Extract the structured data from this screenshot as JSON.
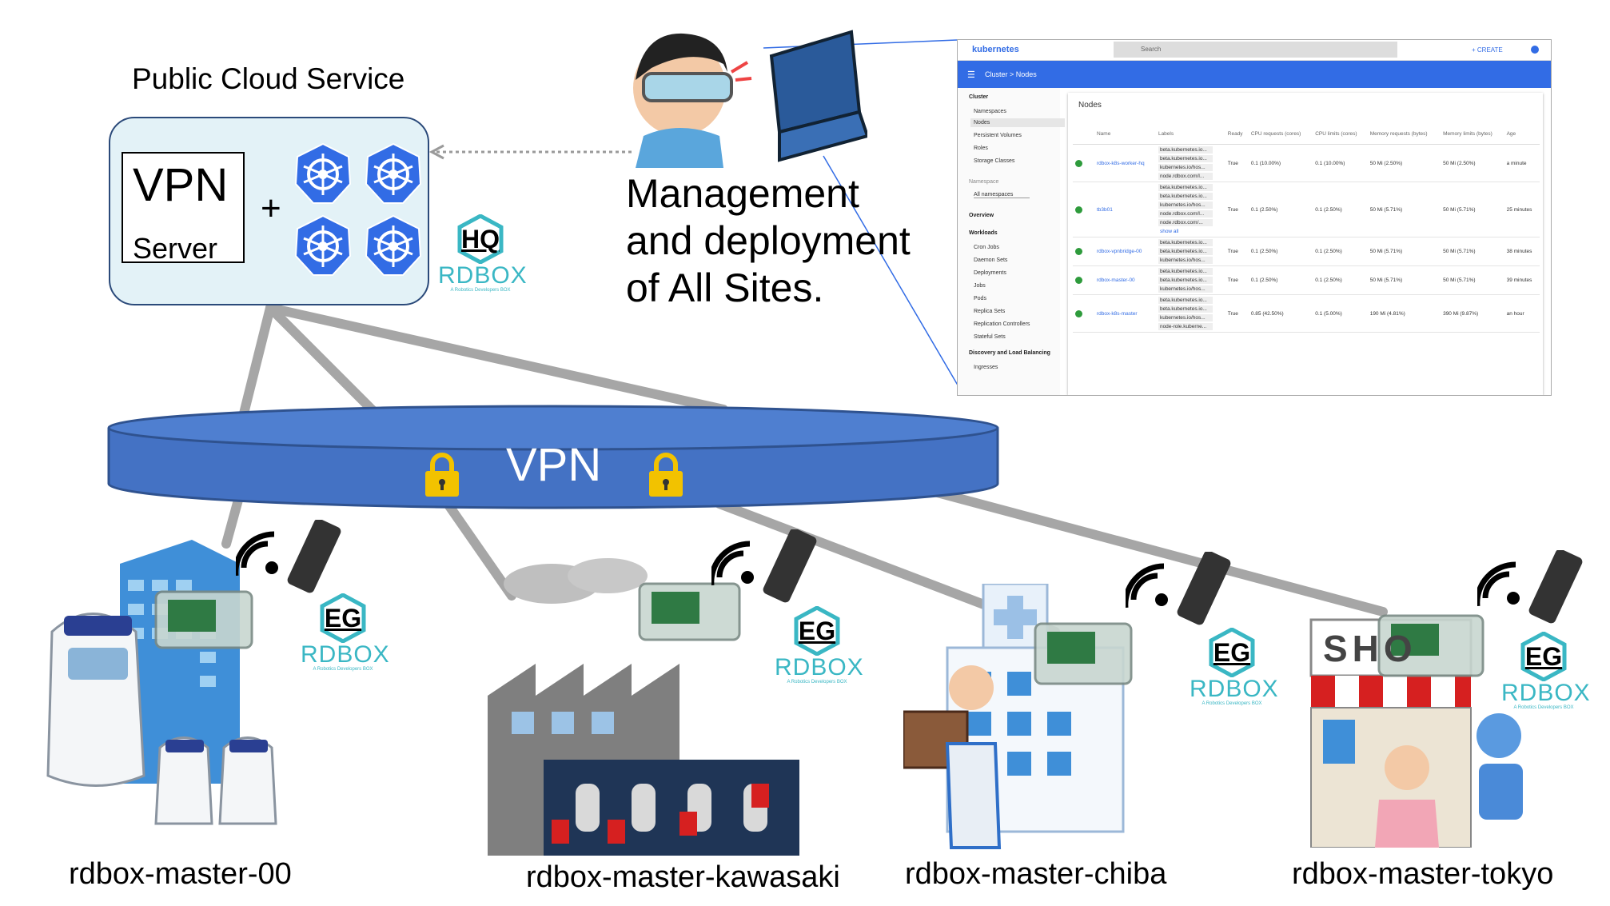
{
  "cloud": {
    "title": "Public Cloud Service",
    "vpn_label": "VPN",
    "server_label": "Server",
    "plus": "+",
    "badge": {
      "tag": "HQ",
      "brand": "RDBOX",
      "tagline": "A Robotics Developers BOX"
    }
  },
  "management": {
    "lines": [
      "Management",
      "and deployment",
      "of All Sites."
    ]
  },
  "vpn_bar": {
    "label": "VPN"
  },
  "edge_badge": {
    "tag": "EG",
    "brand": "RDBOX",
    "tagline": "A Robotics Developers BOX"
  },
  "sites": [
    {
      "label": "rdbox-master-00"
    },
    {
      "label": "rdbox-master-kawasaki"
    },
    {
      "label": "rdbox-master-chiba"
    },
    {
      "label": "rdbox-master-tokyo"
    }
  ],
  "shop_sign": "SHO",
  "colors": {
    "vpn_blue": "#4472c4",
    "k8s_blue": "#326ce5",
    "rdbox_teal": "#3ab7c4",
    "cloud_fill": "#e3f2f7",
    "link_gray": "#a6a6a6",
    "lock_yellow": "#f2c200"
  },
  "dashboard": {
    "logo": "kubernetes",
    "search_placeholder": "Search",
    "create": "+ CREATE",
    "breadcrumb": "Cluster  >  Nodes",
    "sidebar": {
      "cluster_head": "Cluster",
      "cluster_items": [
        "Namespaces",
        "Nodes",
        "Persistent Volumes",
        "Roles",
        "Storage Classes"
      ],
      "namespace_head": "Namespace",
      "namespace_value": "All namespaces",
      "overview": "Overview",
      "workloads_head": "Workloads",
      "workload_items": [
        "Cron Jobs",
        "Daemon Sets",
        "Deployments",
        "Jobs",
        "Pods",
        "Replica Sets",
        "Replication Controllers",
        "Stateful Sets"
      ],
      "discovery_head": "Discovery and Load Balancing",
      "discovery_items": [
        "Ingresses"
      ]
    },
    "card_title": "Nodes",
    "columns": [
      "",
      "Name",
      "Labels",
      "Ready",
      "CPU requests (cores)",
      "CPU limits (cores)",
      "Memory requests (bytes)",
      "Memory limits (bytes)",
      "Age"
    ],
    "rows": [
      {
        "name": "rdbox-k8s-worker-hq",
        "labels": [
          "beta.kubernetes.io...",
          "beta.kubernetes.io...",
          "kubernetes.io/hos...",
          "node.rdbox.com/l..."
        ],
        "more": "",
        "ready": "True",
        "cpu_req": "0.1 (10.00%)",
        "cpu_lim": "0.1 (10.00%)",
        "mem_req": "50 Mi (2.50%)",
        "mem_lim": "50 Mi (2.50%)",
        "age": "a minute"
      },
      {
        "name": "tb3b01",
        "labels": [
          "beta.kubernetes.io...",
          "beta.kubernetes.io...",
          "kubernetes.io/hos...",
          "node.rdbox.com/l...",
          "node.rdbox.com/..."
        ],
        "more": "show all",
        "ready": "True",
        "cpu_req": "0.1 (2.50%)",
        "cpu_lim": "0.1 (2.50%)",
        "mem_req": "50 Mi (5.71%)",
        "mem_lim": "50 Mi (5.71%)",
        "age": "25 minutes"
      },
      {
        "name": "rdbox-vpnbridge-00",
        "labels": [
          "beta.kubernetes.io...",
          "beta.kubernetes.io...",
          "kubernetes.io/hos..."
        ],
        "more": "",
        "ready": "True",
        "cpu_req": "0.1 (2.50%)",
        "cpu_lim": "0.1 (2.50%)",
        "mem_req": "50 Mi (5.71%)",
        "mem_lim": "50 Mi (5.71%)",
        "age": "38 minutes"
      },
      {
        "name": "rdbox-master-00",
        "labels": [
          "beta.kubernetes.io...",
          "beta.kubernetes.io...",
          "kubernetes.io/hos..."
        ],
        "more": "",
        "ready": "True",
        "cpu_req": "0.1 (2.50%)",
        "cpu_lim": "0.1 (2.50%)",
        "mem_req": "50 Mi (5.71%)",
        "mem_lim": "50 Mi (5.71%)",
        "age": "39 minutes"
      },
      {
        "name": "rdbox-k8s-master",
        "labels": [
          "beta.kubernetes.io...",
          "beta.kubernetes.io...",
          "kubernetes.io/hos...",
          "node-role.kuberne..."
        ],
        "more": "",
        "ready": "True",
        "cpu_req": "0.85 (42.50%)",
        "cpu_lim": "0.1 (5.00%)",
        "mem_req": "190 Mi (4.81%)",
        "mem_lim": "390 Mi (9.87%)",
        "age": "an hour"
      }
    ]
  }
}
